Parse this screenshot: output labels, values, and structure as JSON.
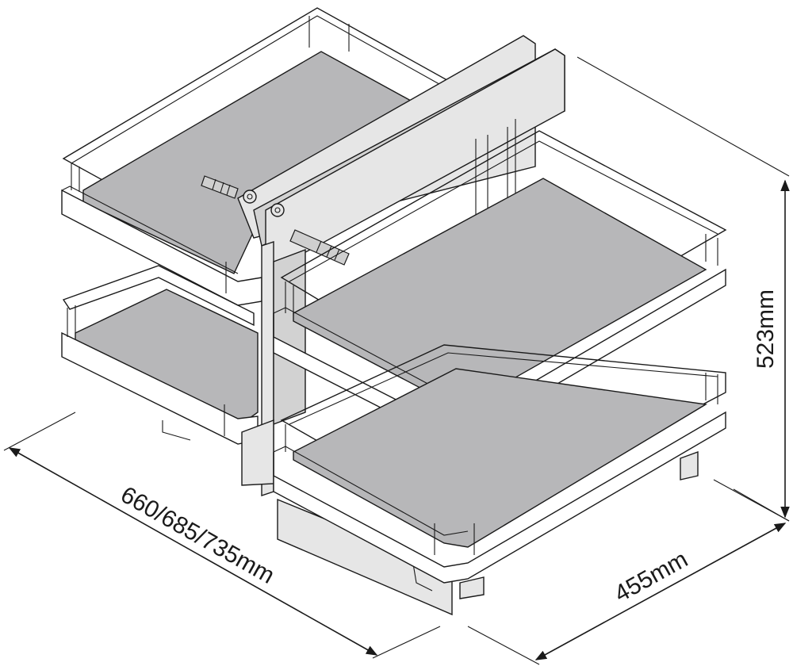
{
  "dimensions": {
    "width_label": "660/685/735mm",
    "depth_label": "455mm",
    "height_label": "523mm"
  },
  "colors": {
    "shelf_fill": "#b7b7b9",
    "line": "#1a1a1a",
    "frame_fill": "#e6e6e6"
  }
}
